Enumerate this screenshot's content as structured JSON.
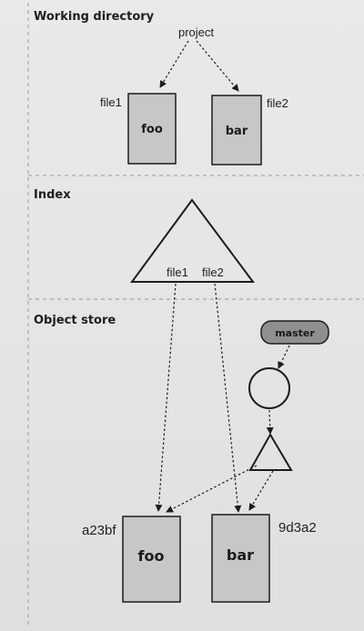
{
  "sections": {
    "working_directory": "Working directory",
    "index": "Index",
    "object_store": "Object store"
  },
  "working_directory": {
    "root": "project",
    "files": [
      {
        "label": "file1",
        "content": "foo"
      },
      {
        "label": "file2",
        "content": "bar"
      }
    ]
  },
  "index": {
    "entries": [
      "file1",
      "file2"
    ]
  },
  "object_store": {
    "ref": "master",
    "blobs": [
      {
        "hash": "a23bf",
        "content": "foo"
      },
      {
        "hash": "9d3a2",
        "content": "bar"
      }
    ]
  },
  "colors": {
    "box_fill": "#c7c7c7",
    "stroke": "#1c1c1c",
    "ref_fill": "#8f8f8f",
    "divider": "#a9a7a5"
  }
}
